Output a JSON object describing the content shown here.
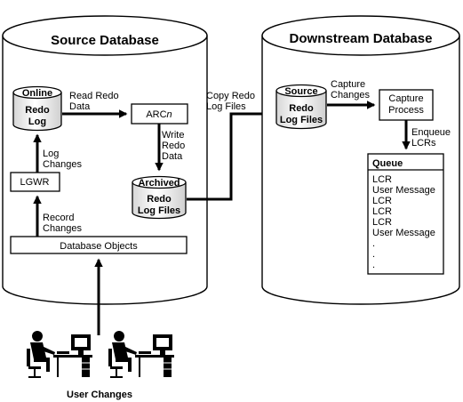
{
  "source": {
    "title": "Source Database",
    "online_redo_log": [
      "Online",
      "Redo",
      "Log"
    ],
    "read_redo_data": [
      "Read Redo",
      "Data"
    ],
    "arcn_prefix": "ARC",
    "arcn_suffix": "n",
    "write_redo_data": [
      "Write",
      "Redo",
      "Data"
    ],
    "log_changes": [
      "Log",
      "Changes"
    ],
    "lgwr": "LGWR",
    "archived_redo_log_files": [
      "Archived",
      "Redo",
      "Log Files"
    ],
    "record_changes": [
      "Record",
      "Changes"
    ],
    "database_objects": "Database Objects"
  },
  "copy_redo_log_files": [
    "Copy Redo",
    "Log Files"
  ],
  "downstream": {
    "title": "Downstream Database",
    "source_redo_log_files": [
      "Source",
      "Redo",
      "Log Files"
    ],
    "capture_changes": [
      "Capture",
      "Changes"
    ],
    "capture_process": [
      "Capture",
      "Process"
    ],
    "enqueue_lcrs": [
      "Enqueue",
      "LCRs"
    ],
    "queue_title": "Queue",
    "queue_items": [
      "LCR",
      "User Message",
      "LCR",
      "LCR",
      "LCR",
      "User Message",
      ".",
      ".",
      "."
    ]
  },
  "user_changes": "User Changes"
}
